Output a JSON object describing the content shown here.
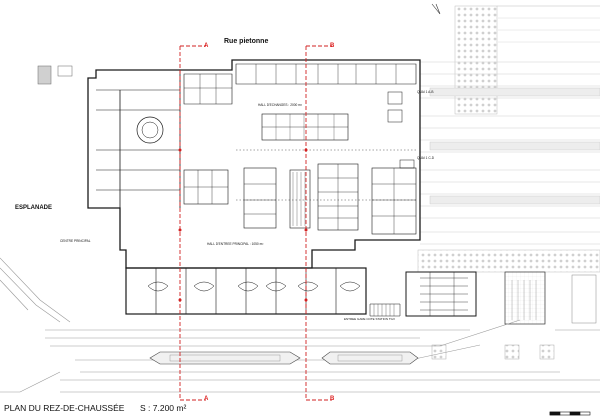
{
  "plan": {
    "title": "PLAN DU REZ-DE-CHAUSSÉE",
    "surface": "S : 7.200 m²"
  },
  "labels": {
    "rue": "Rue pietonne",
    "esplanade": "ESPLANADE",
    "hall_echanges": "HALL D'ECHANGES : 2000 m²",
    "hall_principal": "HALL D'ENTREE PRINCIPAL : 1050 m²",
    "centre": "CENTRE PRINCIPAL",
    "entree": "ENTREE GARE COTE STATION TGV",
    "zone1": "QUAI 1 A-B",
    "zone2": "QUAI 1 C-D"
  },
  "sections": {
    "a": "A",
    "b": "B"
  },
  "colors": {
    "ink": "#1a1a1a",
    "section_line": "#d22222",
    "hatch": "#cfcfcf"
  }
}
